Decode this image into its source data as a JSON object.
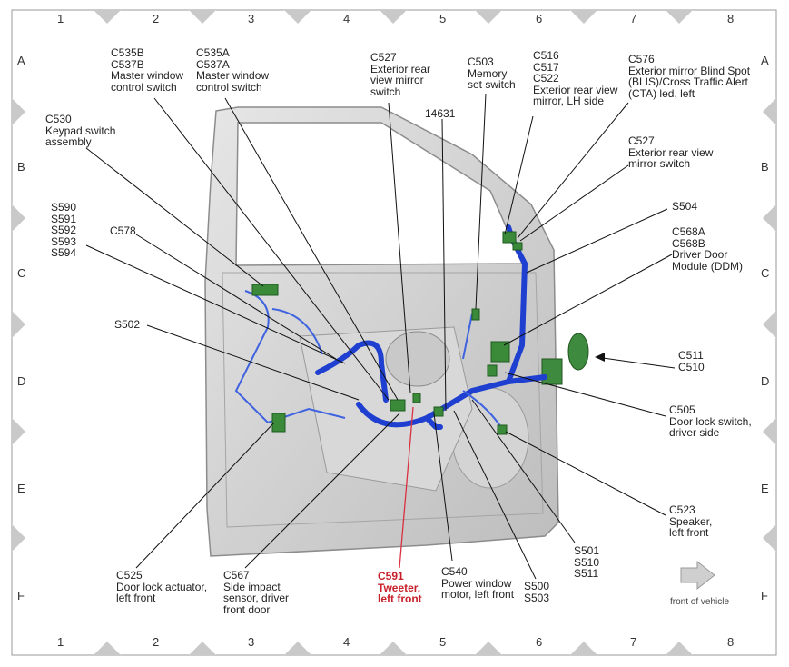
{
  "grid": {
    "columns": [
      "1",
      "2",
      "3",
      "4",
      "5",
      "6",
      "7",
      "8"
    ],
    "rows": [
      "A",
      "B",
      "C",
      "D",
      "E",
      "F"
    ]
  },
  "colors": {
    "harness": "#1f3fd0",
    "connector": "#2f8a2f",
    "door": "#cfcfcf",
    "highlight": "#c8202a"
  },
  "callouts": [
    {
      "id": "c535b",
      "text": "C535B\nC537B\nMaster window\ncontrol switch"
    },
    {
      "id": "c535a",
      "text": "C535A\nC537A\nMaster window\ncontrol switch"
    },
    {
      "id": "c527a",
      "text": "C527\nExterior rear\nview mirror\nswitch"
    },
    {
      "id": "c503",
      "text": "C503\nMemory\nset switch"
    },
    {
      "id": "c516",
      "text": "C516\nC517\nC522\nExterior rear view\nmirror, LH side"
    },
    {
      "id": "c576",
      "text": "C576\nExterior mirror Blind Spot\n(BLIS)/Cross Traffic Alert\n(CTA) led, left"
    },
    {
      "id": "c530",
      "text": "C530\nKeypad switch\nassembly"
    },
    {
      "id": "n14631",
      "text": "14631"
    },
    {
      "id": "c527b",
      "text": "C527\nExterior rear view\nmirror switch"
    },
    {
      "id": "s590",
      "text": "S590\nS591\nS592\nS593\nS594"
    },
    {
      "id": "c578",
      "text": "C578"
    },
    {
      "id": "s504",
      "text": "S504"
    },
    {
      "id": "c568",
      "text": "C568A\nC568B\nDriver Door\nModule (DDM)"
    },
    {
      "id": "s502",
      "text": "S502"
    },
    {
      "id": "c511",
      "text": "C511\nC510"
    },
    {
      "id": "c505",
      "text": "C505\nDoor lock switch,\ndriver side"
    },
    {
      "id": "c523",
      "text": "C523\nSpeaker,\nleft front"
    },
    {
      "id": "c525",
      "text": "C525\nDoor lock actuator,\nleft front"
    },
    {
      "id": "c567",
      "text": "C567\nSide impact\nsensor, driver\nfront door"
    },
    {
      "id": "c591",
      "text": "C591\nTweeter,\nleft front",
      "highlight": true
    },
    {
      "id": "c540",
      "text": "C540\nPower window\nmotor, left front"
    },
    {
      "id": "s500",
      "text": "S500\nS503"
    },
    {
      "id": "s501",
      "text": "S501\nS510\nS511"
    }
  ],
  "front_of_vehicle": "front of vehicle"
}
